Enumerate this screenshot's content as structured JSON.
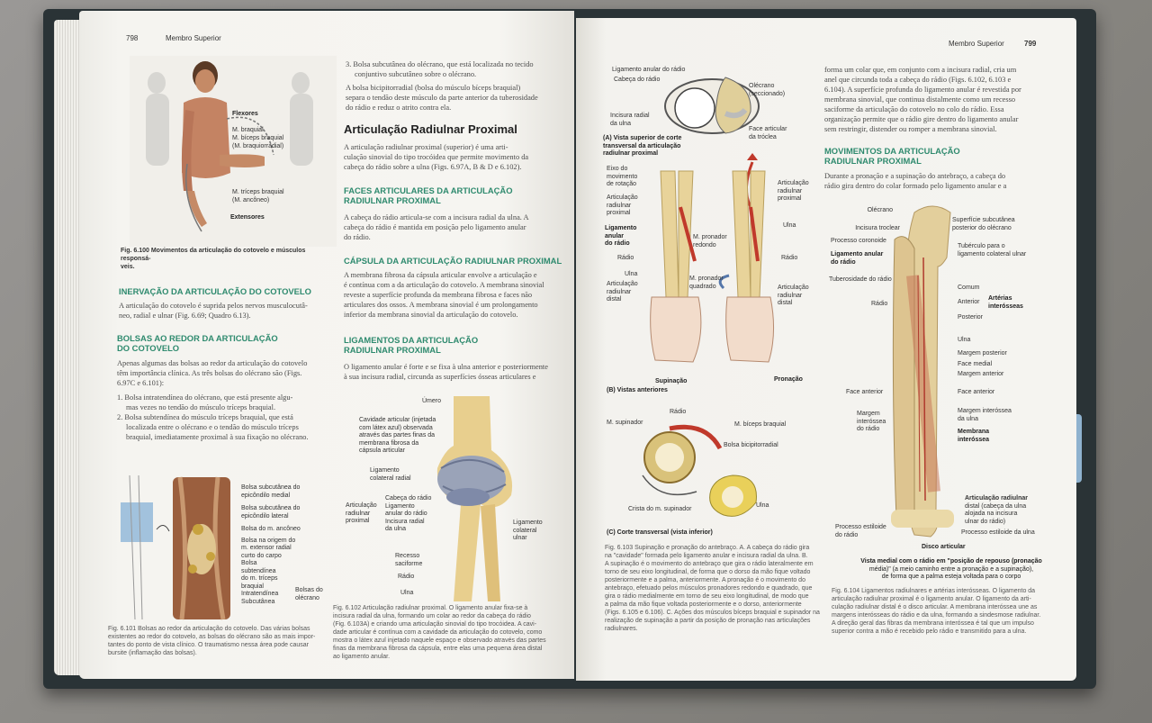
{
  "left_page": {
    "page_number": "798",
    "running_header": "Membro Superior",
    "fig100": {
      "labels": {
        "flexores": "Flexores",
        "braquial": "M. braquial",
        "biceps": "M. bíceps braquial",
        "braquiorradial": "(M. braquiorradial)",
        "triceps": "M. tríceps braquial",
        "anconeo": "(M. ancôneo)",
        "extensores": "Extensores"
      },
      "caption_bold": "Fig. 6.100 Movimentos da articulação do cotovelo e músculos responsá-",
      "caption_rest": "veis."
    },
    "innervation": {
      "heading": "INERVAÇÃO DA ARTICULAÇÃO DO COTOVELO",
      "lines": [
        "A articulação do cotovelo é suprida pelos nervos musculocutâ-",
        "neo, radial e ulnar (Fig. 6.69; Quadro 6.13)."
      ]
    },
    "bursae": {
      "heading_1": "BOLSAS AO REDOR DA ARTICULAÇÃO",
      "heading_2": "DO COTOVELO",
      "lines": [
        "Apenas algumas das bolsas ao redor da articulação do cotovelo",
        "têm importância clínica. As três bolsas do olécrano são (Figs.",
        "6.97C e 6.101):"
      ],
      "items": [
        [
          "1.  Bolsa intratendínea do olécrano, que está presente algu-",
          "mas vezes no tendão do músculo tríceps braquial."
        ],
        [
          "2.  Bolsa subtendínea do músculo tríceps braquial, que está",
          "localizada entre o olécrano e o tendão do músculo tríceps",
          "braquial, imediatamente proximal à sua fixação no olécrano."
        ]
      ]
    },
    "fig101": {
      "labels": [
        "Bolsa subcutânea do",
        "epicôndilo medial",
        "Bolsa subcutânea do",
        "epicôndilo lateral",
        "Bolsa do m. ancôneo",
        "Bolsa na origem do",
        "m. extensor radial",
        "curto do carpo",
        "Bolsa",
        "subtendínea",
        "do m. tríceps",
        "braquial",
        "Intratendínea",
        "Subcutânea",
        "Bolsas do",
        "olécrano"
      ],
      "caption": [
        "Fig. 6.101 Bolsas ao redor da articulação do cotovelo. Das várias bolsas",
        "existentes ao redor do cotovelo, as bolsas do olécrano são as mais impor-",
        "tantes do ponto de vista clínico. O traumatismo nessa área pode causar",
        "bursite (inflamação das bolsas)."
      ]
    },
    "col2": {
      "item3": [
        "3.  Bolsa subcutânea do olécrano, que está localizada no tecido",
        "conjuntivo subcutâneo sobre o olécrano."
      ],
      "bicipitorradial": [
        "A bolsa bicipitorradial (bolsa do músculo bíceps braquial)",
        "separa o tendão deste músculo da parte anterior da tuberosidade",
        "do rádio e reduz o atrito contra ela."
      ],
      "section_title": "Articulação Radiulnar Proximal",
      "intro": [
        "A articulação radiulnar proximal (superior) é uma arti-",
        "culação sinovial do tipo trocóidea que permite movimento da",
        "cabeça do rádio sobre a ulna (Figs. 6.97A, B & D e 6.102)."
      ],
      "faces_heading": [
        "FACES ARTICULARES DA ARTICULAÇÃO",
        "RADIULNAR PROXIMAL"
      ],
      "faces": [
        "A cabeça do rádio articula-se com a incisura radial da ulna. A",
        "cabeça do rádio é mantida em posição pelo ligamento anular",
        "do rádio."
      ],
      "capsule_heading": "CÁPSULA DA ARTICULAÇÃO RADIULNAR PROXIMAL",
      "capsule": [
        "A membrana fibrosa da cápsula articular envolve a articulação e",
        "é contínua com a da articulação do cotovelo. A membrana sinovial",
        "reveste a superfície profunda da membrana fibrosa e faces não",
        "articulares dos ossos. A membrana sinovial é um prolongamento",
        "inferior da membrana sinovial da articulação do cotovelo."
      ],
      "lig_heading": [
        "LIGAMENTOS DA ARTICULAÇÃO",
        "RADIULNAR PROXIMAL"
      ],
      "lig": [
        "O ligamento anular é forte e se fixa à ulna anterior e posteriormente",
        "à sua incisura radial, circunda as superfícies ósseas articulares e"
      ]
    },
    "fig102": {
      "labels": [
        "Úmero",
        "Cavidade articular (injetada",
        "com látex azul) observada",
        "através das partes finas da",
        "membrana fibrosa da",
        "cápsula articular",
        "Ligamento",
        "colateral radial",
        "Articulação",
        "radiulnar",
        "proximal",
        "Cabeça do rádio",
        "Ligamento",
        "anular do rádio",
        "Incisura radial",
        "da ulna",
        "Ligamento",
        "colateral",
        "ulnar",
        "Recesso",
        "saciforme",
        "Rádio",
        "Ulna"
      ],
      "caption": [
        "Fig. 6.102 Articulação radiulnar proximal. O ligamento anular fixa-se à",
        "incisura radial da ulna, formando um colar ao redor da cabeça do rádio",
        "(Fig. 6.103A) e criando uma articulação sinovial do tipo trocóidea. A cavi-",
        "dade articular é contínua com a cavidade da articulação do cotovelo, como",
        "mostra o látex azul injetado naquele espaço e observado através das partes",
        "finas da membrana fibrosa da cápsula, entre elas uma pequena área distal",
        "ao ligamento anular."
      ]
    }
  },
  "right_page": {
    "page_number": "799",
    "running_header": "Membro Superior",
    "fig103": {
      "a_labels": [
        "Ligamento anular do rádio",
        "Cabeça do rádio",
        "Olécrano",
        "(seccionado)",
        "Incisura radial",
        "da ulna",
        "Face articular",
        "da tróclea"
      ],
      "a_title": [
        "(A) Vista superior de corte",
        "transversal da articulação",
        "radiulnar proximal"
      ],
      "b_labels": [
        "Eixo do",
        "movimento",
        "de rotação",
        "Articulação",
        "radiulnar",
        "proximal",
        "Ligamento",
        "anular",
        "do rádio",
        "Rádio",
        "Ulna",
        "Articulação",
        "radiulnar",
        "distal",
        "M. pronador",
        "redondo",
        "M. pronador",
        "quadrado",
        "Articulação",
        "radiulnar",
        "proximal",
        "Ulna",
        "Rádio",
        "Articulação",
        "radiulnar",
        "distal",
        "Supinação",
        "Pronação"
      ],
      "b_title": "(B) Vistas anteriores",
      "c_labels": [
        "Rádio",
        "M. supinador",
        "M. bíceps braquial",
        "Bolsa bicipitorradial",
        "Crista do m. supinador",
        "Ulna"
      ],
      "c_title": "(C) Corte transversal (vista inferior)",
      "caption": [
        "Fig. 6.103 Supinação e pronação do antebraço. A. A cabeça do rádio gira",
        "na \"cavidade\" formada pelo ligamento anular e incisura radial da ulna. B.",
        "A supinação é o movimento do antebraço que gira o rádio lateralmente em",
        "torno de seu eixo longitudinal, de forma que o dorso da mão fique voltado",
        "posteriormente e a palma, anteriormente. A pronação é o movimento do",
        "antebraço, efetuado pelos músculos pronadores redondo e quadrado, que",
        "gira o rádio medialmente em torno de seu eixo longitudinal, de modo que",
        "a palma da mão fique voltada posteriormente e o dorso, anteriormente",
        "(Figs. 6.105 e 6.106). C. Ações dos músculos bíceps braquial e supinador na",
        "realização de supinação a partir da posição de pronação nas articulações",
        "radiulnares."
      ]
    },
    "col2": {
      "top": [
        "forma um colar que, em conjunto com a incisura radial, cria um",
        "anel que circunda toda a cabeça do rádio (Figs. 6.102, 6.103 e",
        "6.104). A superfície profunda do ligamento anular é revestida por",
        "membrana sinovial, que continua distalmente como um recesso",
        "saciforme da articulação do cotovelo no colo do rádio. Essa",
        "organização permite que o rádio gire dentro do ligamento anular",
        "sem restringir, distender ou romper a membrana sinovial."
      ],
      "mov_heading": [
        "MOVIMENTOS DA ARTICULAÇÃO",
        "RADIULNAR PROXIMAL"
      ],
      "mov": [
        "Durante a pronação e a supinação do antebraço, a cabeça do",
        "rádio gira dentro do colar formado pelo ligamento anular e a"
      ]
    },
    "fig104": {
      "left_labels": [
        "Olécrano",
        "Incisura troclear",
        "Processo coronoide",
        "Ligamento anular",
        "do rádio",
        "Tuberosidade do rádio",
        "Rádio",
        "Face anterior",
        "Margem",
        "interóssea",
        "do rádio",
        "Processo estiloide",
        "do rádio"
      ],
      "right_labels": [
        "Superfície subcutânea",
        "posterior do olécrano",
        "Tubérculo para o",
        "ligamento colateral ulnar",
        "Comum",
        "Anterior",
        "Posterior",
        "Artérias",
        "interósseas",
        "Ulna",
        "Margem posterior",
        "Face medial",
        "Margem anterior",
        "Face anterior",
        "Margem interóssea",
        "da ulna",
        "Membrana",
        "interóssea",
        "Articulação radiulnar",
        "distal (cabeça da ulna",
        "alojada na incisura",
        "ulnar do rádio)",
        "Processo estiloide da ulna",
        "Disco articular"
      ],
      "view": [
        "Vista medial com o rádio em \"posição de repouso (pronação",
        "média)\" (a meio caminho entre a pronação e a supinação),",
        "de forma que a palma esteja voltada para o corpo"
      ],
      "caption": [
        "Fig. 6.104 Ligamentos radiulnares e artérias interósseas. O ligamento da",
        "articulação radiulnar proximal é o ligamento anular. O ligamento da arti-",
        "culação radiulnar distal é o disco articular. A membrana interóssea une as",
        "margens interósseas do rádio e da ulna, formando a sindesmose radiulnar.",
        "A direção geral das fibras da membrana interóssea é tal que um impulso",
        "superior contra a mão é recebido pelo rádio e transmitido para a ulna."
      ]
    }
  }
}
